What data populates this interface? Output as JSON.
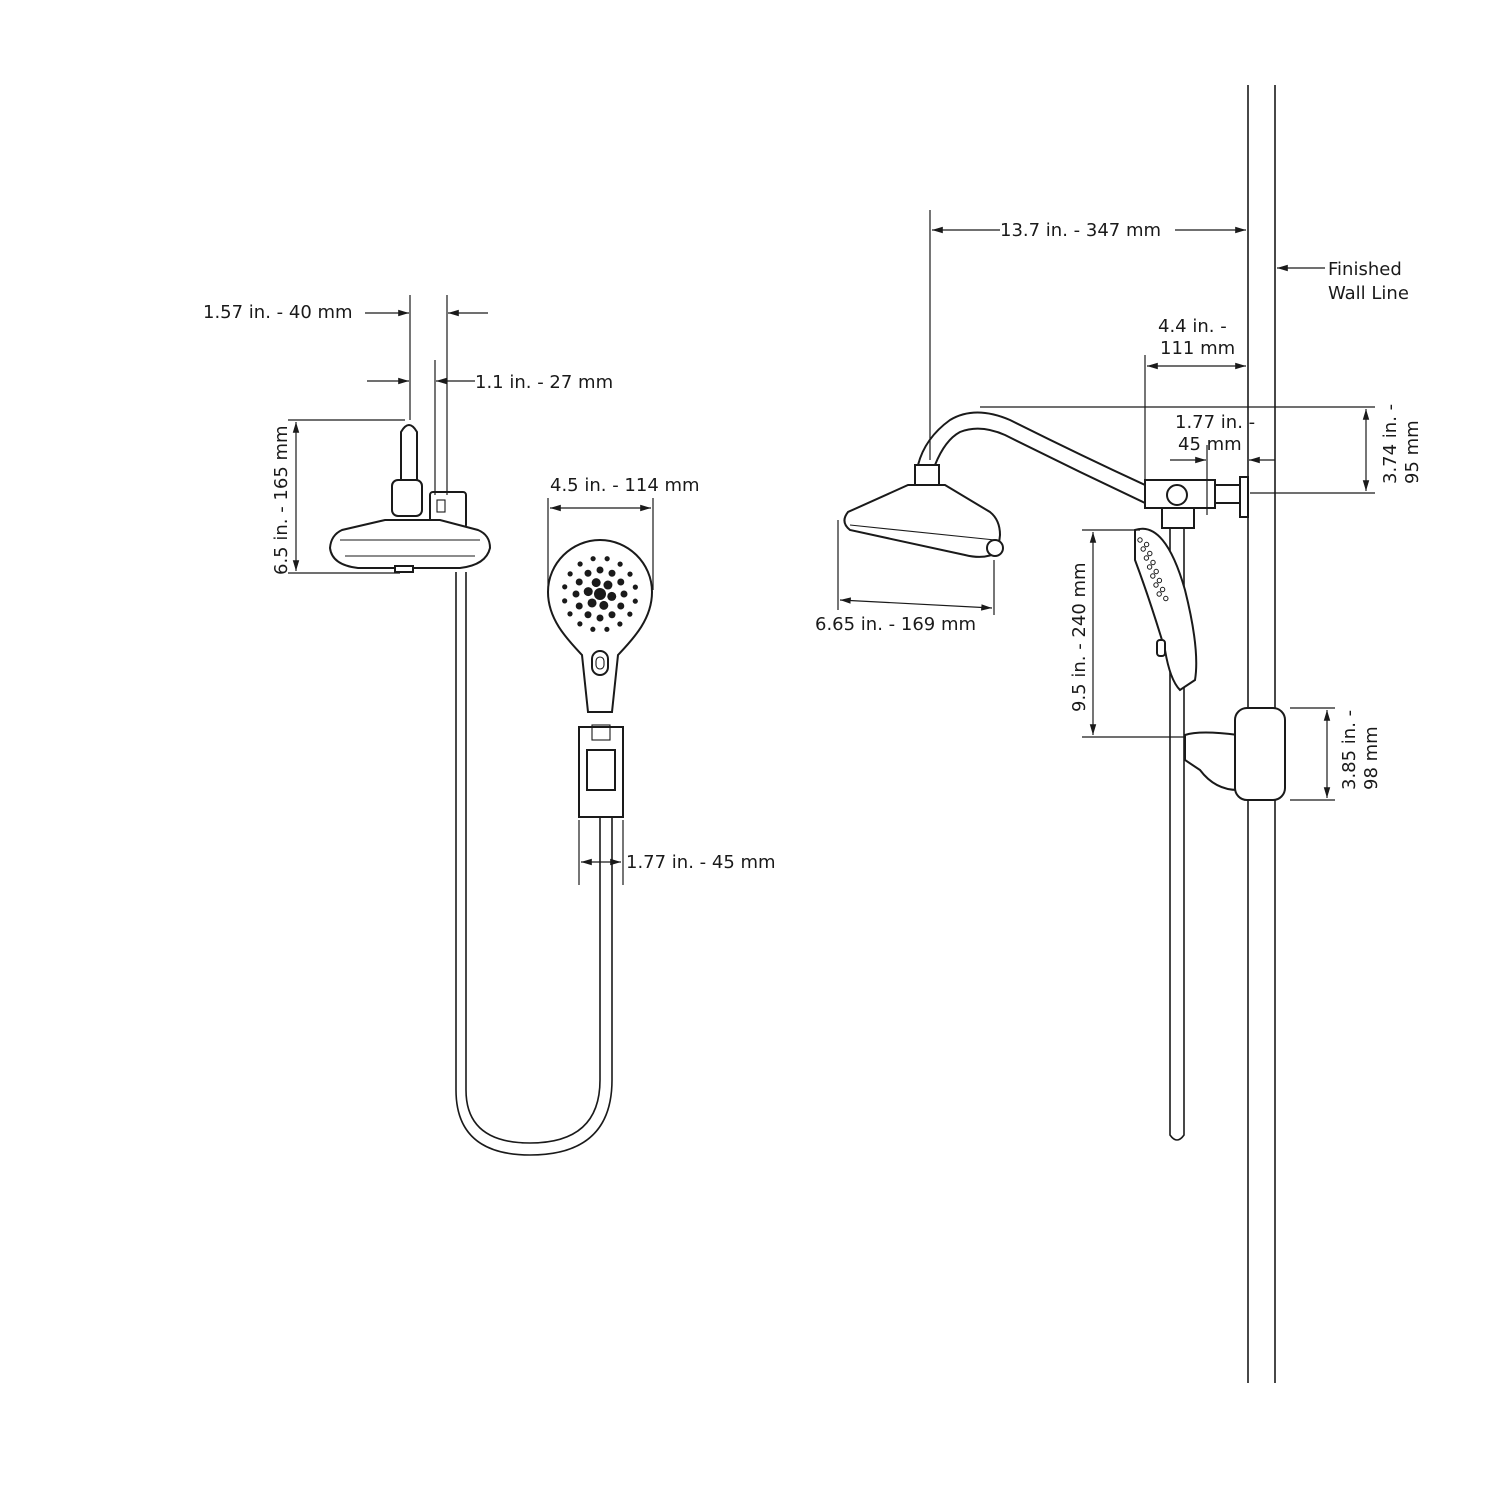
{
  "front_view": {
    "arm_width": "1.57 in. - 40 mm",
    "arm_offset": "1.1 in. - 27 mm",
    "head_height": "6.5 in. - 165 mm",
    "handheld_width": "4.5 in. - 114 mm",
    "holder_width": "1.77 in. - 45 mm"
  },
  "side_view": {
    "arm_reach": "13.7 in. - 347 mm",
    "wall_label_line1": "Finished",
    "wall_label_line2": "Wall Line",
    "diverter_reach_line1": "4.4 in. -",
    "diverter_reach_line2": "111 mm",
    "flange_depth_line1": "1.77 in. -",
    "flange_depth_line2": "45 mm",
    "arm_rise_line1": "3.74 in. -",
    "arm_rise_line2": "95 mm",
    "head_diameter": "6.65 in. - 169 mm",
    "handheld_length": "9.5 in. - 240 mm",
    "holder_height_line1": "3.85 in. -",
    "holder_height_line2": "98 mm"
  }
}
